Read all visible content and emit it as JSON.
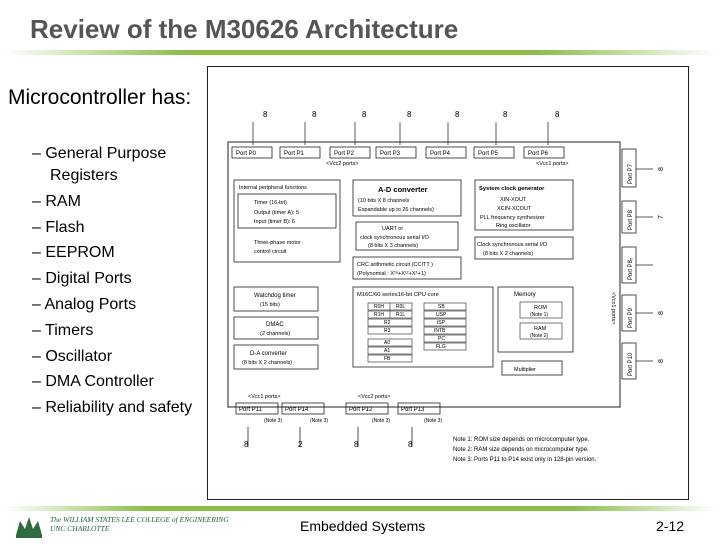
{
  "slide": {
    "title": "Review of the M30626 Architecture",
    "intro": "Microcontroller has:",
    "bullets": [
      "– General Purpose Registers",
      "– RAM",
      "– Flash",
      "– EEPROM",
      "– Digital Ports",
      "– Analog Ports",
      "– Timers",
      "– Oscillator",
      "– DMA Controller",
      "– Reliability and safety"
    ],
    "footer_center": "Embedded Systems",
    "page_number": "2-12",
    "logo_lines": [
      "The WILLIAM STATES LEE COLLEGE of ENGINEERING",
      "UNC CHARLOTTE"
    ]
  },
  "diagram": {
    "top_bits": [
      "8",
      "8",
      "8",
      "8",
      "8",
      "8",
      "8"
    ],
    "top_ports": [
      "Port P0",
      "Port P1",
      "Port P2",
      "Port P3",
      "Port P4",
      "Port P5",
      "Port P6"
    ],
    "vcc2_top_left": "<Vcc2 ports>",
    "vcc1_top_right": "<Vcc1 ports>",
    "right_ports": [
      "Port P7",
      "Port P8",
      "Port P8₅",
      "Port P9",
      "Port P10"
    ],
    "right_bits": [
      "8",
      "7",
      "",
      "8",
      "8"
    ],
    "vcc1_right": "<Vcc1 ports>",
    "periph": {
      "header": "Internal peripheral functions",
      "timer": [
        "Timer (16-bit)",
        "Output (timer A): 5",
        "Input (timer B): 6"
      ],
      "motor": [
        "Three-phase motor",
        "control circuit"
      ],
      "watchdog": [
        "Watchdog timer",
        "(15 bits)"
      ],
      "dmac": [
        "DMAC",
        "(2 channels)"
      ],
      "da": [
        "D-A converter",
        "(8 bits X 2 channels)"
      ]
    },
    "adc": [
      "A-D converter",
      "(10 bits X 8 channels",
      "Expandable up to 26 channels)"
    ],
    "uart": [
      "UART or",
      "clock synchronous serial I/O",
      "(8 bits X 3 channels)"
    ],
    "crc": [
      "CRC arithmetic circuit (CCITT )",
      "(Polynomial : X¹⁶+X¹²+X⁵+1)"
    ],
    "clock": [
      "System clock generator",
      "XIN-XOUT",
      "XCIN-XCOUT",
      "PLL frequency synthesizer",
      "Ring oscillator"
    ],
    "sio": [
      "Clock synchronous serial I/O",
      "(8 bits X 2 channels)"
    ],
    "cpu": {
      "header": "M16C/60 series16-bit CPU core",
      "regs_left": [
        [
          "R0H",
          "R0L"
        ],
        [
          "R1H",
          "R1L"
        ],
        [
          "R2",
          ""
        ],
        [
          "R3",
          ""
        ],
        [
          "A0",
          ""
        ],
        [
          "A1",
          ""
        ],
        [
          "FB",
          ""
        ]
      ],
      "regs_right": [
        "SB",
        "USP",
        "ISP",
        "INTB",
        "PC",
        "FLG"
      ]
    },
    "memory": {
      "header": "Memory",
      "rom": [
        "ROM",
        "(Note 1)"
      ],
      "ram": [
        "RAM",
        "(Note 2)"
      ]
    },
    "multiplier": "Multiplier",
    "bottom_vcc1": "<Vcc1 ports>",
    "bottom_vcc2": "<Vcc2 ports>",
    "bottom_ports": [
      "Port P11",
      "Port P14",
      "Port P12",
      "Port P13"
    ],
    "bottom_notes": [
      "(Note 3)",
      "(Note 3)",
      "(Note 3)",
      "(Note 3)"
    ],
    "bottom_bits": [
      "8",
      "2",
      "8",
      "8"
    ],
    "notes": [
      "Note 1: ROM size depends on microcomputer type.",
      "Note 2: RAM size depends on microcomputer type.",
      "Note 3: Ports P11 to P14 exist only in 128-pin version."
    ]
  }
}
